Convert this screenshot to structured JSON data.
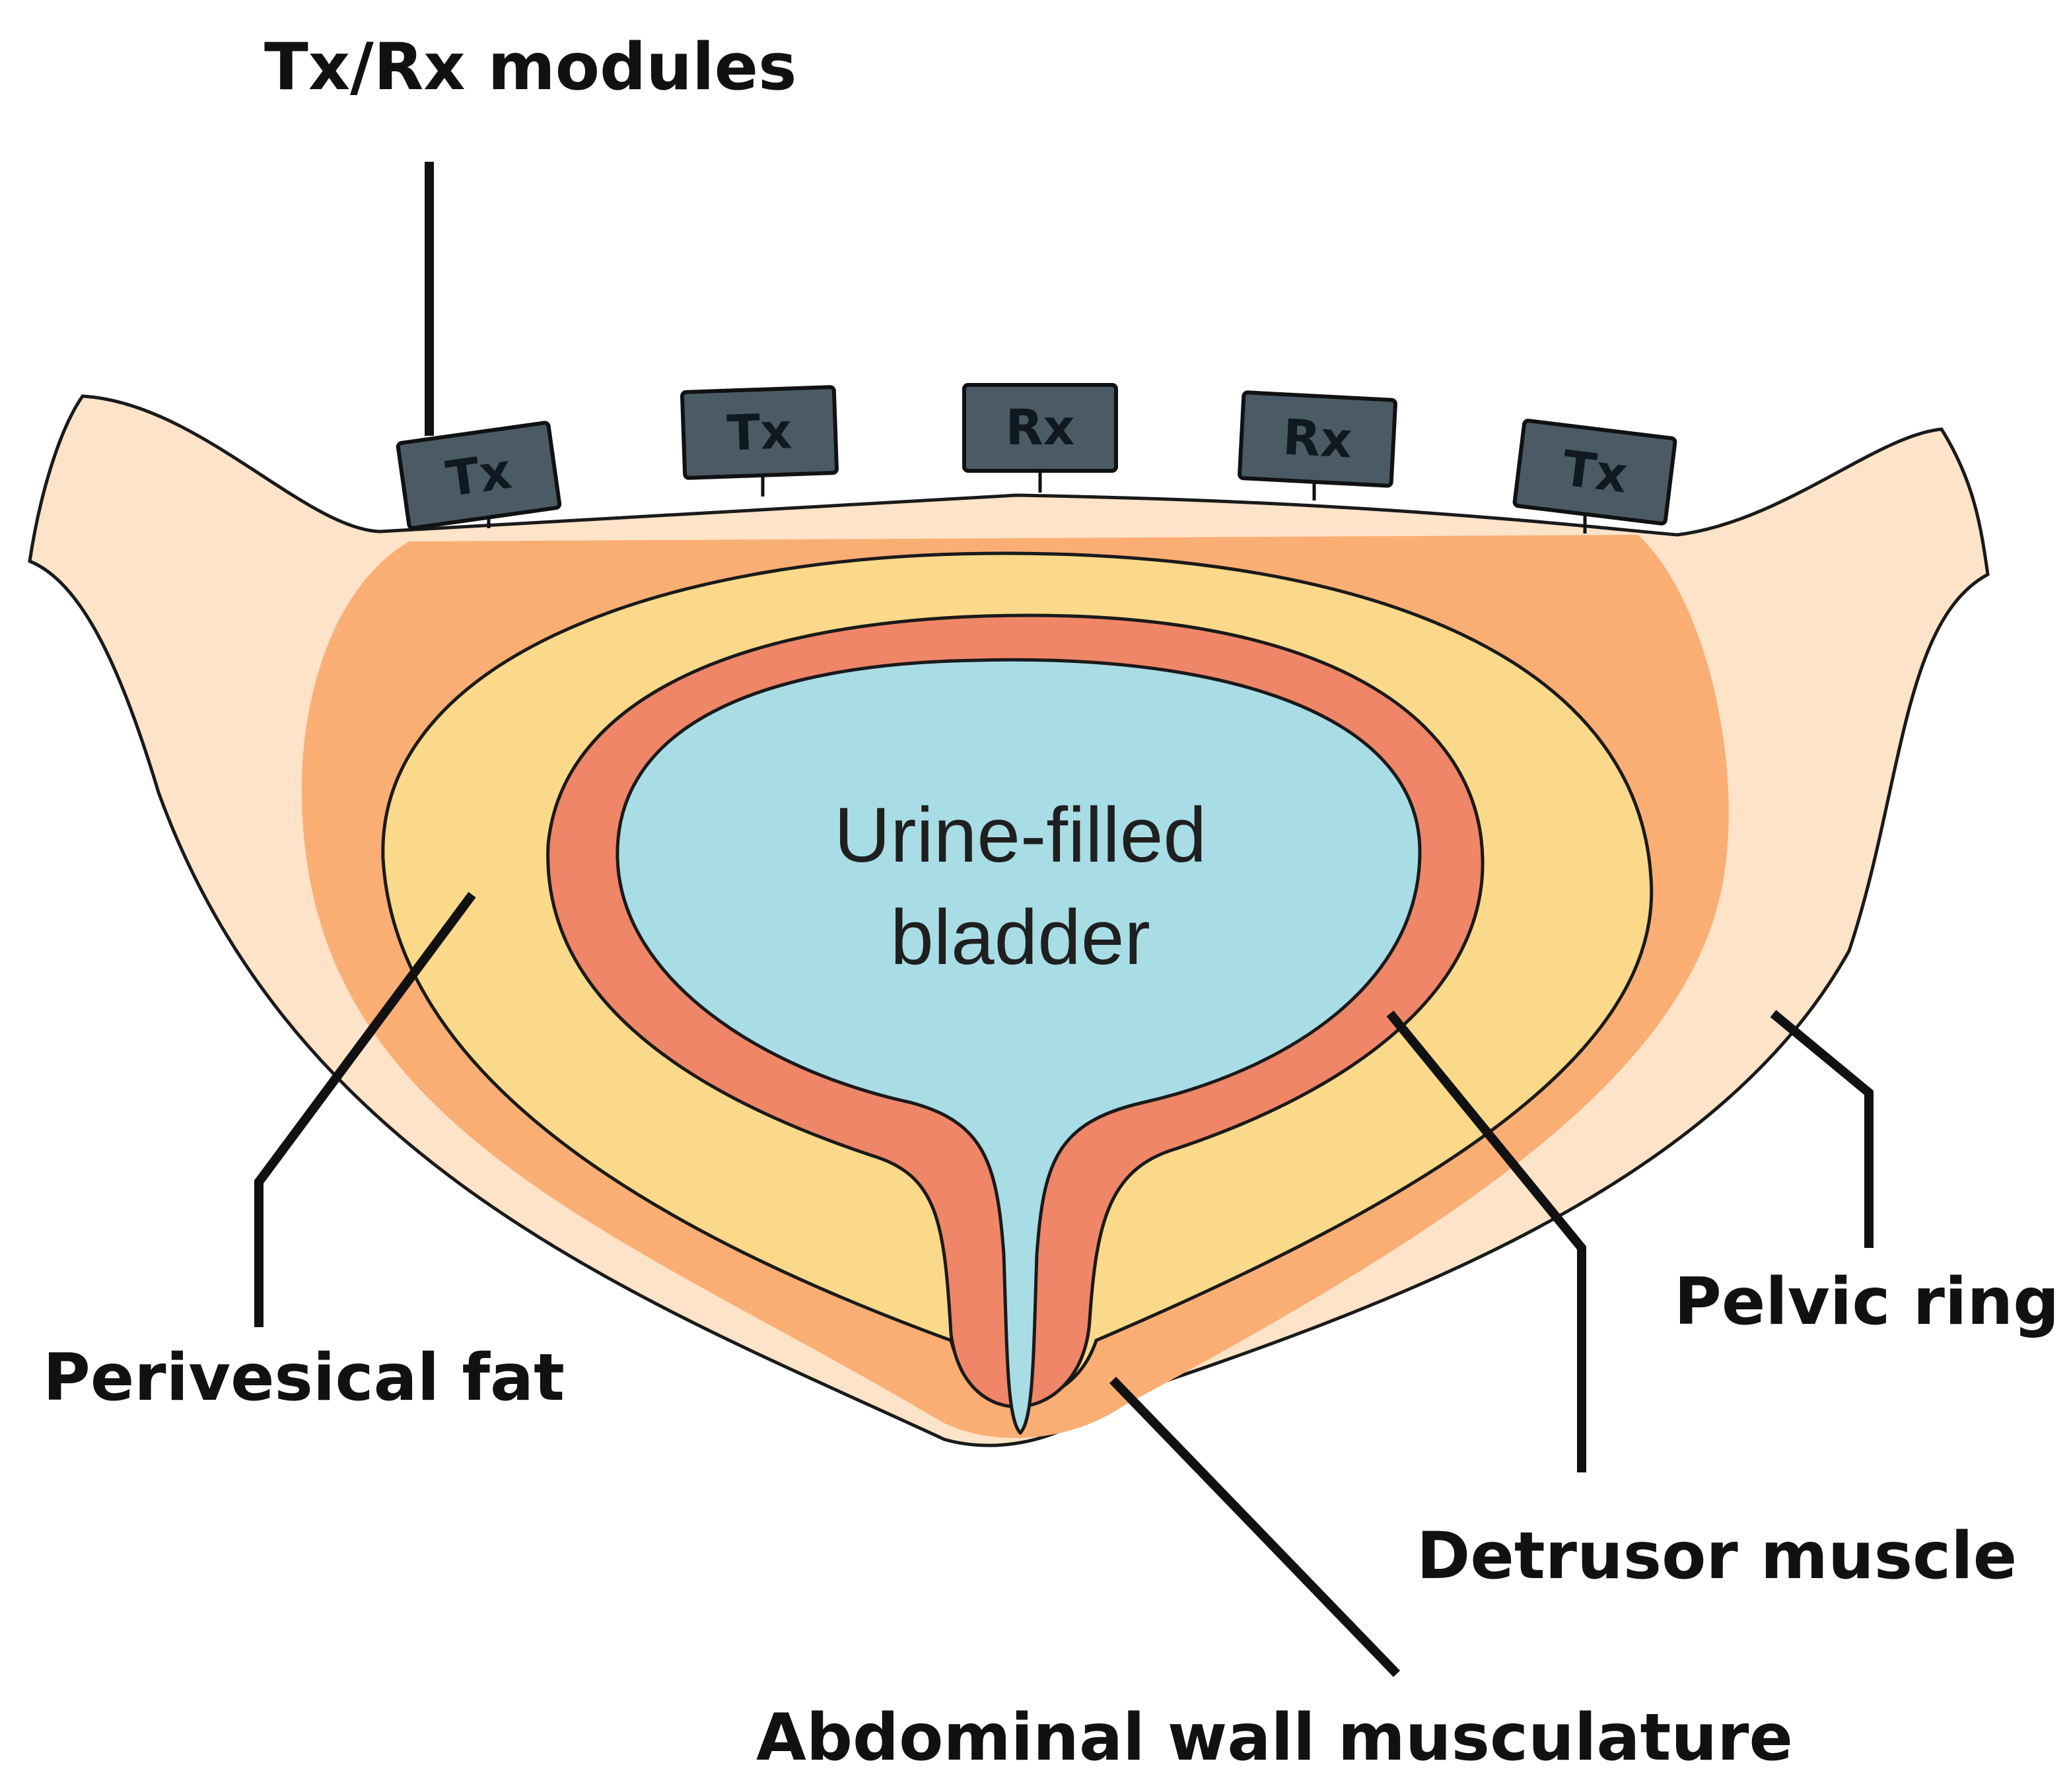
{
  "colors": {
    "background": "#ffffff",
    "pelvic_ring": "#fde3c8",
    "abdominal_wall_musculature": "#fbae74",
    "perivesical_fat": "#fbd98a",
    "detrusor_muscle": "#ef8668",
    "urine": "#a8dde6",
    "module": "#4a5b66",
    "module_text": "#101820",
    "line": "#111111"
  },
  "labels": {
    "modules": "Tx/Rx modules",
    "bladder_line1": "Urine-filled",
    "bladder_line2": "bladder",
    "perivesical_fat": "Perivesical fat",
    "pelvic_ring": "Pelvic ring",
    "detrusor_muscle": "Detrusor muscle",
    "abdominal_wall": "Abdominal wall musculature"
  },
  "modules": [
    {
      "label": "Tx"
    },
    {
      "label": "Tx"
    },
    {
      "label": "Rx"
    },
    {
      "label": "Rx"
    },
    {
      "label": "Tx"
    }
  ]
}
